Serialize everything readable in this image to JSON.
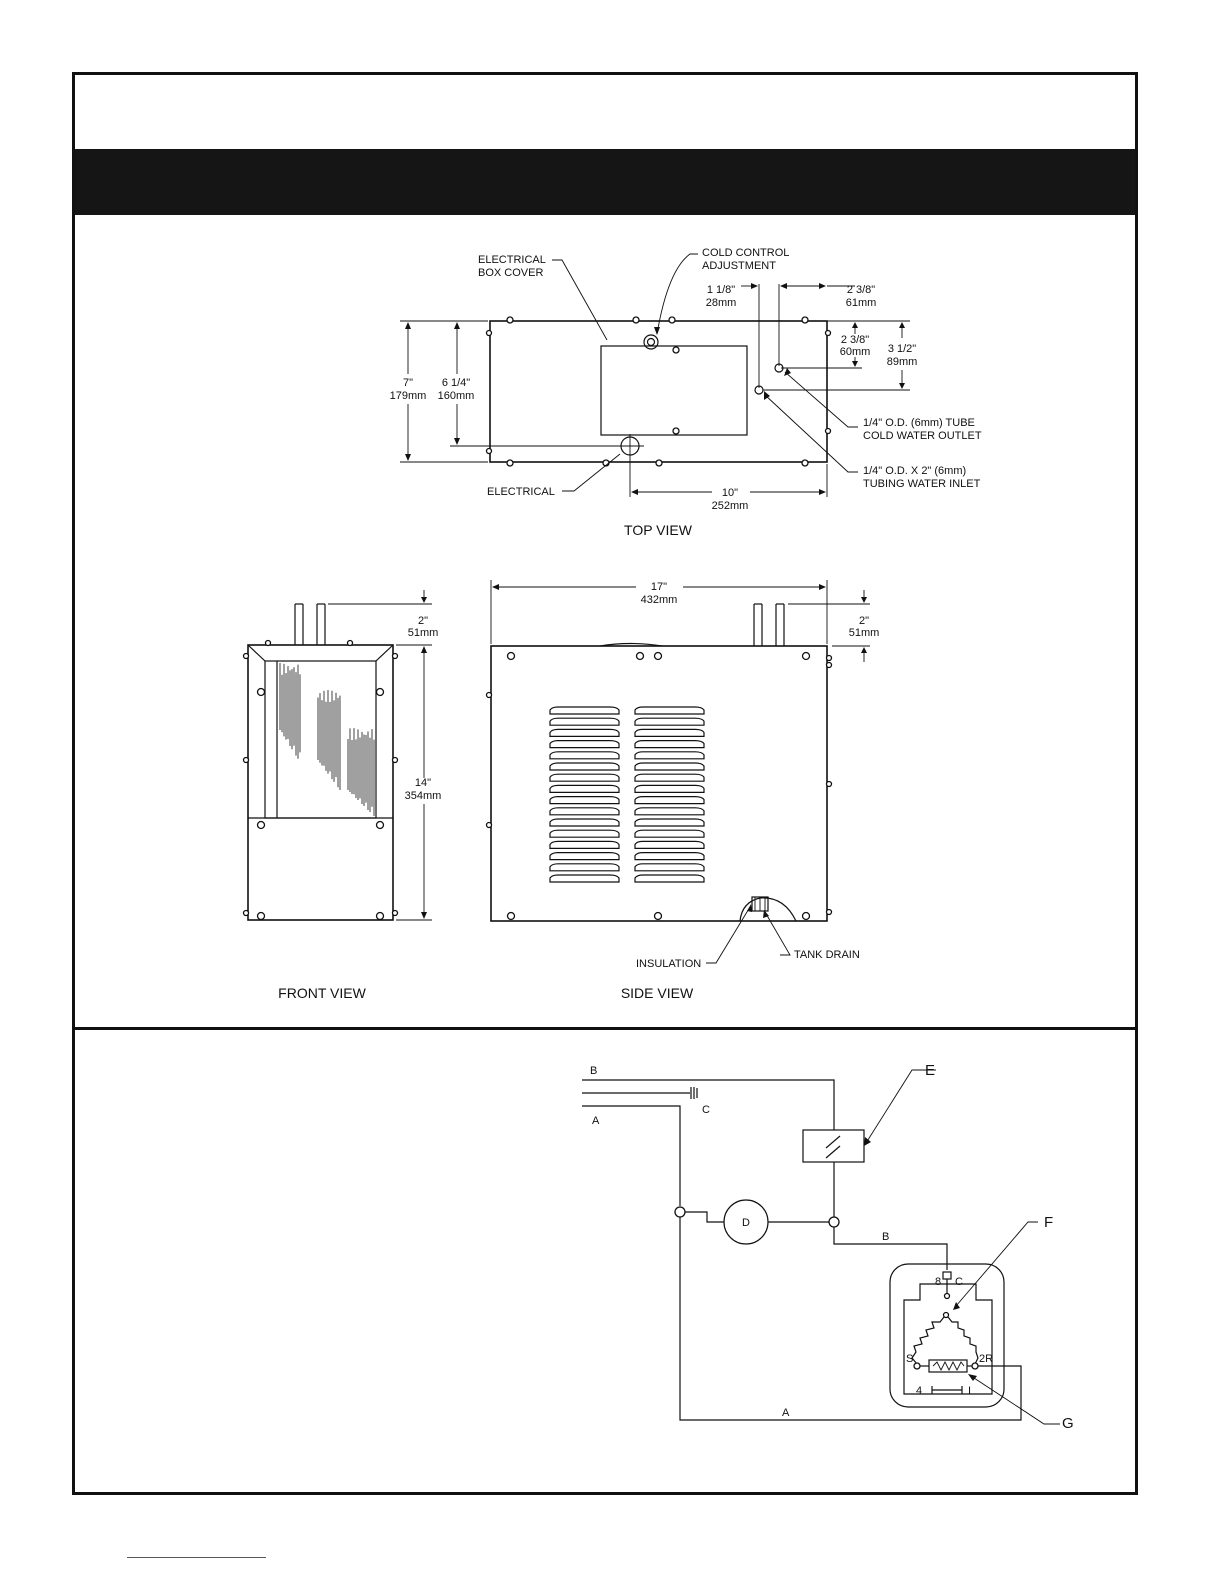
{
  "top_view": {
    "caption": "TOP VIEW",
    "electrical_box_cover": [
      "ELECTRICAL",
      "BOX COVER"
    ],
    "cold_control": [
      "COLD CONTROL",
      "ADJUSTMENT"
    ],
    "dim_1_1_8": [
      "1 1/8\"",
      "28mm"
    ],
    "dim_2_3_8_a": [
      "2 3/8\"",
      "61mm"
    ],
    "dim_2_3_8_b": [
      "2 3/8\"",
      "60mm"
    ],
    "dim_3_1_2": [
      "3 1/2\"",
      "89mm"
    ],
    "dim_7": [
      "7\"",
      "179mm"
    ],
    "dim_6_1_4": [
      "6 1/4\"",
      "160mm"
    ],
    "outlet": [
      "1/4\" O.D. (6mm) TUBE",
      "COLD WATER OUTLET"
    ],
    "inlet": [
      "1/4\" O.D. X 2\" (6mm)",
      "TUBING WATER INLET"
    ],
    "electrical": "ELECTRICAL",
    "dim_10": [
      "10\"",
      "252mm"
    ]
  },
  "front_view": {
    "caption": "FRONT VIEW",
    "dim_2": [
      "2\"",
      "51mm"
    ],
    "dim_14": [
      "14\"",
      "354mm"
    ]
  },
  "side_view": {
    "caption": "SIDE VIEW",
    "dim_17": [
      "17\"",
      "432mm"
    ],
    "dim_2": [
      "2\"",
      "51mm"
    ],
    "insulation": "INSULATION",
    "tank_drain": "TANK DRAIN"
  },
  "wiring": {
    "wire_b_top": "B",
    "wire_a_top": "A",
    "cap_c": "C",
    "motor_d": "D",
    "wire_b_mid": "B",
    "wire_a_bottom": "A",
    "callout_e": "E",
    "callout_f": "F",
    "callout_g": "G",
    "term_8": "8",
    "term_c": "C",
    "term_s": "S",
    "term_2r": "2R",
    "term_4": "4",
    "term_1": "I"
  }
}
